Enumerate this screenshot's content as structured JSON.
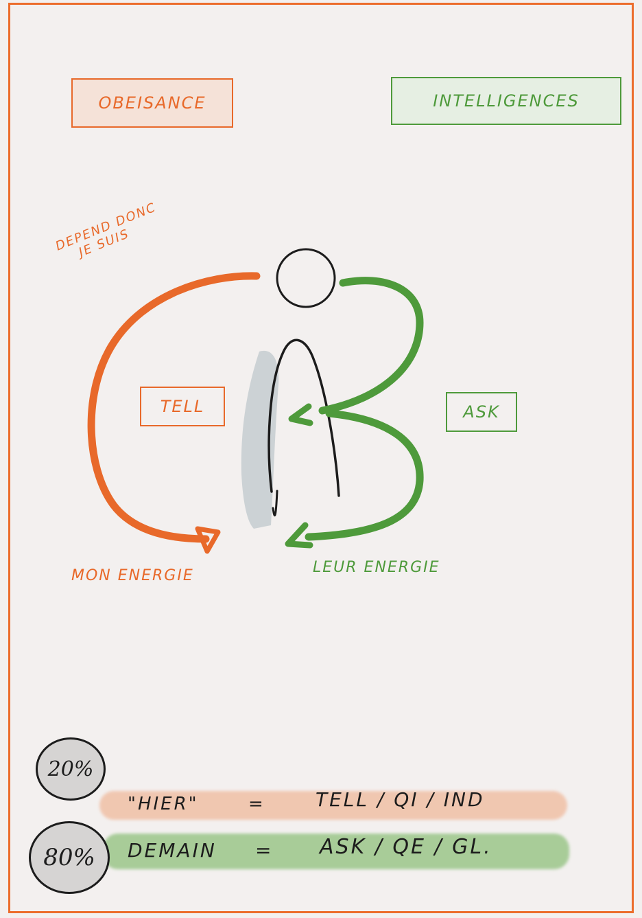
{
  "boxes": {
    "top_left": "OBEISANCE",
    "top_right": "INTELLIGENCES",
    "tell": "TELL",
    "ask": "ASK"
  },
  "labels": {
    "annotation_line1": "DEPEND DONC",
    "annotation_line2": "JE SUIS",
    "mon_energie": "MON ENERGIE",
    "leur_energie": "LEUR ENERGIE"
  },
  "bottom": {
    "badge_top": "20%",
    "badge_bottom": "80%",
    "row1_left": "\"HIER\"",
    "row1_equals": "=",
    "row1_right": "TELL / QI / IND",
    "row2_left": "DEMAIN",
    "row2_equals": "=",
    "row2_right": "ASK / QE / GL."
  },
  "colors": {
    "orange": "#e8692a",
    "green": "#4e9a3b",
    "ink": "#1c1c1c",
    "frame": "#ec6d2c"
  }
}
